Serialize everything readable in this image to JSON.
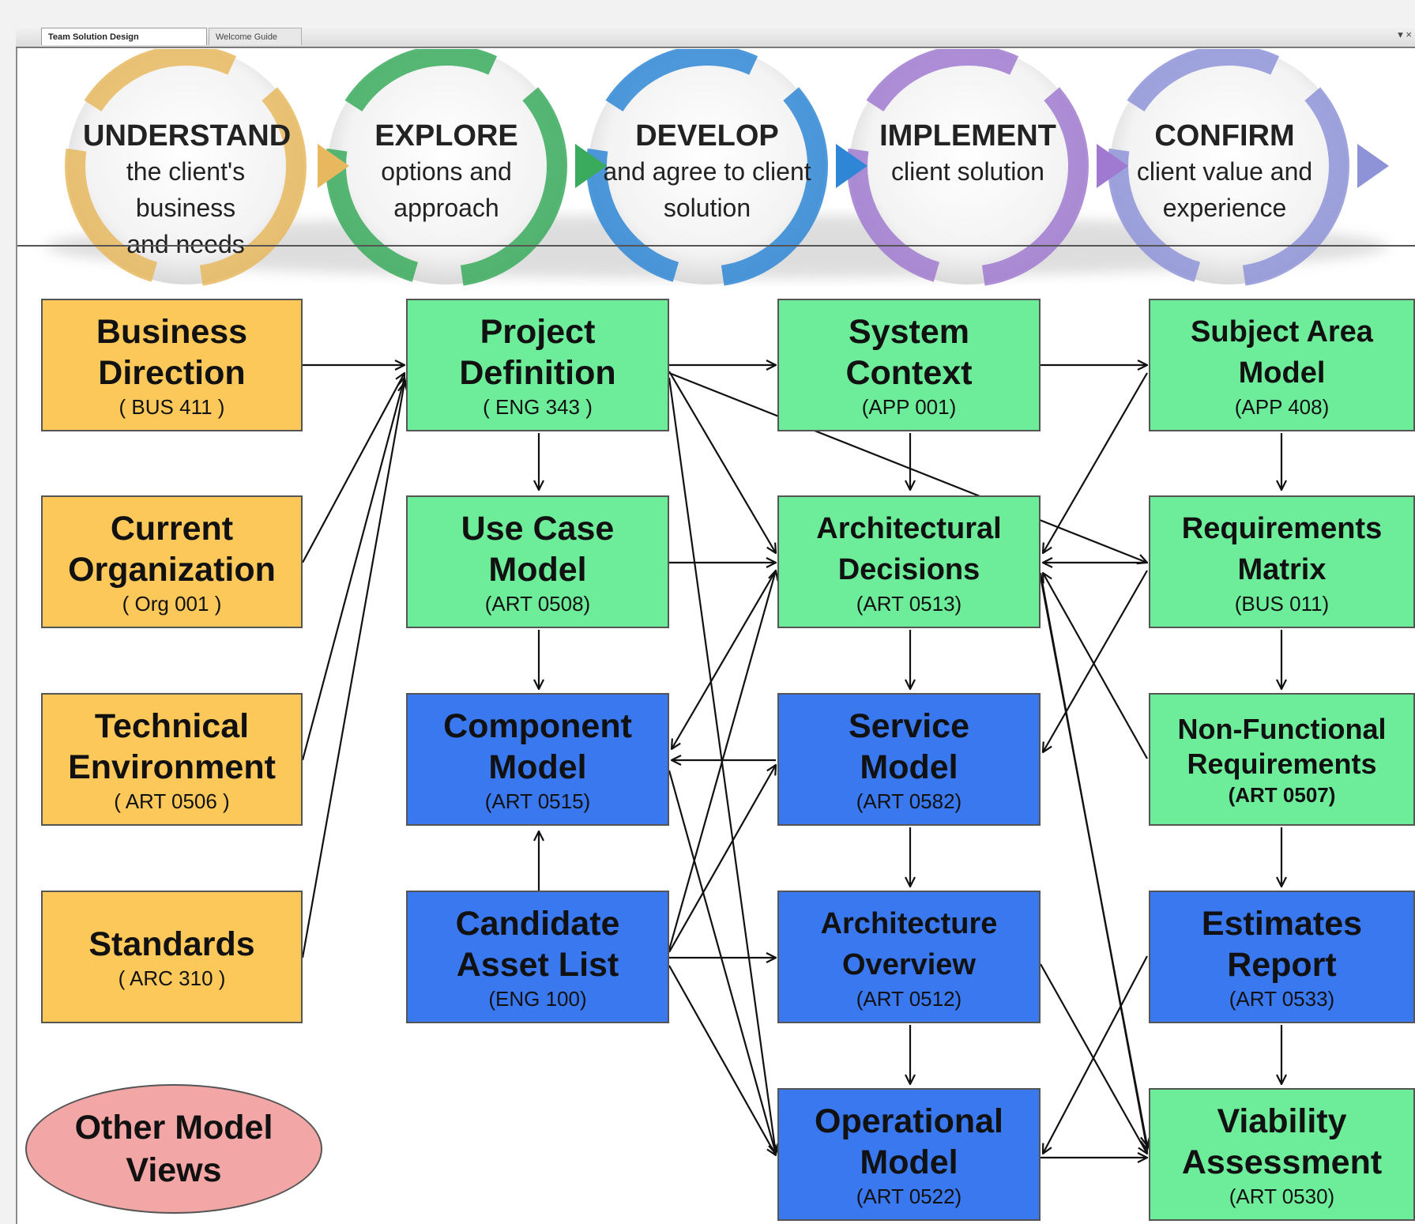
{
  "tabs": {
    "team_solution_design": "Team Solution Design",
    "welcome_guide": "Welcome Guide",
    "controls": "▾ ×"
  },
  "stages": [
    {
      "heading": "UNDERSTAND",
      "sub": "the client's business\nand needs",
      "color": "#e8b85e"
    },
    {
      "heading": "EXPLORE",
      "sub": "options and\napproach",
      "color": "#3aaa5c"
    },
    {
      "heading": "DEVELOP",
      "sub": "and agree to client\nsolution",
      "color": "#2f86d6"
    },
    {
      "heading": "IMPLEMENT",
      "sub": "client solution",
      "color": "#a07ad0"
    },
    {
      "heading": "CONFIRM",
      "sub": "client value and\nexperience",
      "color": "#8e93d8"
    }
  ],
  "boxes": {
    "business_direction": {
      "title": "Business\nDirection",
      "code": "( BUS 411 )"
    },
    "current_organization": {
      "title": "Current\nOrganization",
      "code": "( Org 001 )"
    },
    "technical_environment": {
      "title": "Technical\nEnvironment",
      "code": "( ART 0506 )"
    },
    "standards": {
      "title": "Standards",
      "code": "( ARC 310 )"
    },
    "project_definition": {
      "title": "Project\nDefinition",
      "code": "( ENG 343 )"
    },
    "use_case_model": {
      "title": "Use Case\nModel",
      "code": "(ART 0508)"
    },
    "component_model": {
      "title": "Component\nModel",
      "code": "(ART 0515)"
    },
    "candidate_asset_list": {
      "title": "Candidate\nAsset List",
      "code": "(ENG 100)"
    },
    "system_context": {
      "title": "System\nContext",
      "code": "(APP 001)"
    },
    "architectural_decisions": {
      "title": "Architectural\nDecisions",
      "code": "(ART 0513)"
    },
    "service_model": {
      "title": "Service\nModel",
      "code": "(ART 0582)"
    },
    "architecture_overview": {
      "title": "Architecture\nOverview",
      "code": "(ART 0512)"
    },
    "operational_model": {
      "title": "Operational\nModel",
      "code": "(ART 0522)"
    },
    "subject_area_model": {
      "title": "Subject Area\nModel",
      "code": "(APP 408)"
    },
    "requirements_matrix": {
      "title": "Requirements\nMatrix",
      "code": "(BUS 011)"
    },
    "non_functional_requirements": {
      "title": "Non-Functional\nRequirements",
      "code": "(ART 0507)"
    },
    "estimates_report": {
      "title": "Estimates\nReport",
      "code": "(ART 0533)"
    },
    "viability_assessment": {
      "title": "Viability\nAssessment",
      "code": "(ART 0530)"
    }
  },
  "other_model_views": "Other Model\nViews",
  "colors": {
    "input_box": "#fcc85a",
    "green_box": "#6dec9a",
    "blue_box": "#3978ee",
    "other_ellipse": "#f2a6a6"
  }
}
